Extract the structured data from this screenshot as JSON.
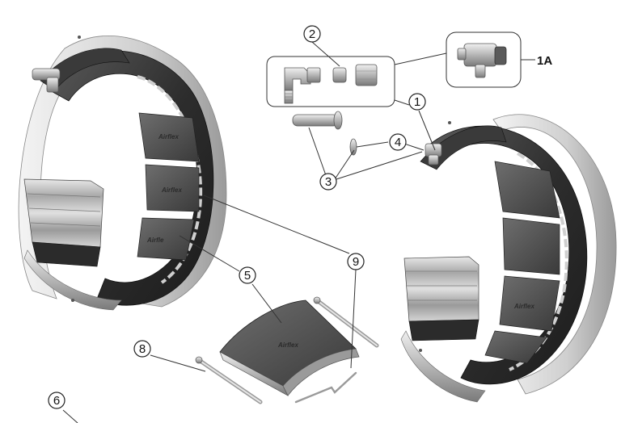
{
  "brand": {
    "name": "Airflex",
    "name_alt": "Airfle"
  },
  "callouts": [
    "1",
    "2",
    "3",
    "4",
    "5",
    "6",
    "8",
    "9"
  ],
  "label_1a": "1A",
  "colors": {
    "rubber": "#2f2f2f",
    "rubber_light": "#555555",
    "lining": "#4a4a4a",
    "lining_face": "#6b6b6b",
    "steel": "#bfbfbf",
    "steel_dark": "#8c8c8c",
    "rim": "#d9d9d9",
    "line": "#333333"
  }
}
